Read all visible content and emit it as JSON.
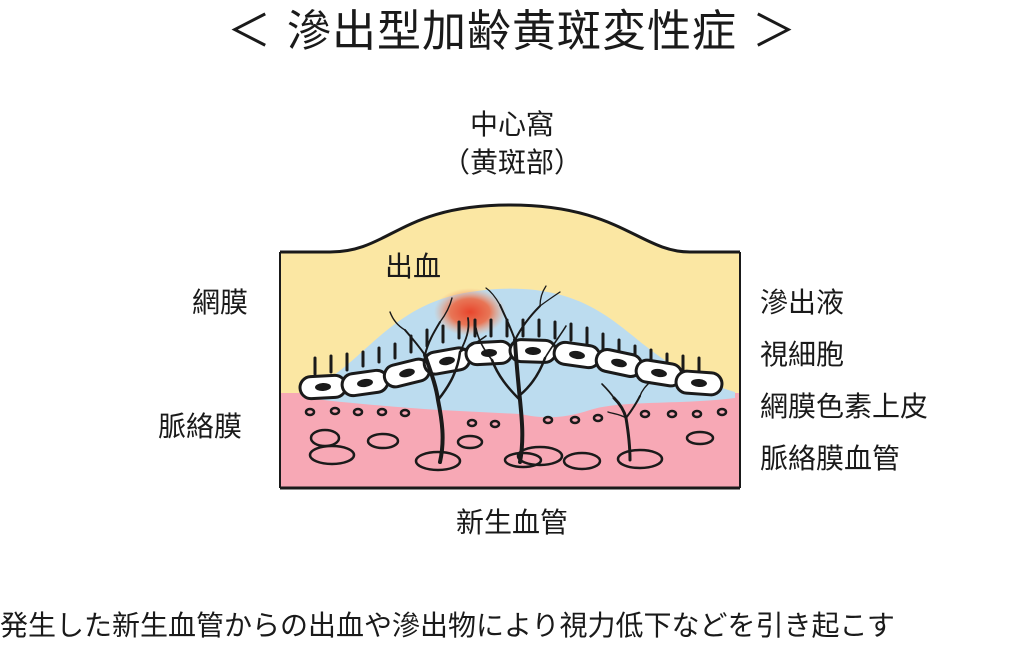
{
  "title": "＜ 滲出型加齢黄斑変性症 ＞",
  "labels": {
    "fovea": "中心窩",
    "macula": "（黄斑部）",
    "hemorrhage": "出血",
    "retina": "網膜",
    "choroid": "脈絡膜",
    "exudate": "滲出液",
    "photoreceptor": "視細胞",
    "rpe": "網膜色素上皮",
    "choroidal_vessel": "脈絡膜血管",
    "neovascularization": "新生血管"
  },
  "caption": "発生した新生血管からの出血や滲出物により視力低下などを引き起こす",
  "colors": {
    "retina_fill": "#fbe7a3",
    "fluid_fill": "#bcdcef",
    "choroid_fill": "#f7a8b5",
    "cell_fill": "#ffffff",
    "bleed": "#e8452c",
    "outline": "#1a1a1a"
  }
}
